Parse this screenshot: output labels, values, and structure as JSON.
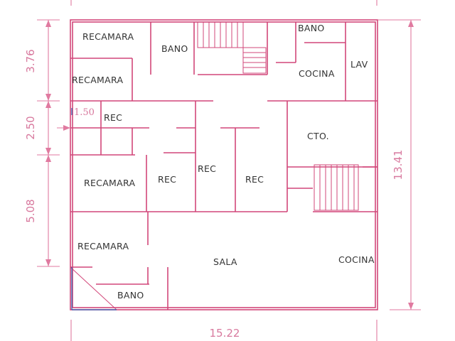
{
  "rooms": {
    "recamara_1": "RECAMARA",
    "bano_1": "BANO",
    "bano_2": "BANO",
    "recamara_2": "RECAMARA",
    "cocina_1": "COCINA",
    "lav": "LAV",
    "rec_1": "REC",
    "cto": "CTO.",
    "recamara_3": "RECAMARA",
    "rec_2": "REC",
    "rec_3": "REC",
    "rec_4": "REC",
    "recamara_4": "RECAMARA",
    "sala": "SALA",
    "cocina_2": "COCINA",
    "bano_3": "BANO"
  },
  "dimensions": {
    "left_top": "3.76",
    "left_mid": "2.50",
    "left_bottom": "5.08",
    "inner": "1.50",
    "right": "13.41",
    "bottom": "15.22"
  }
}
